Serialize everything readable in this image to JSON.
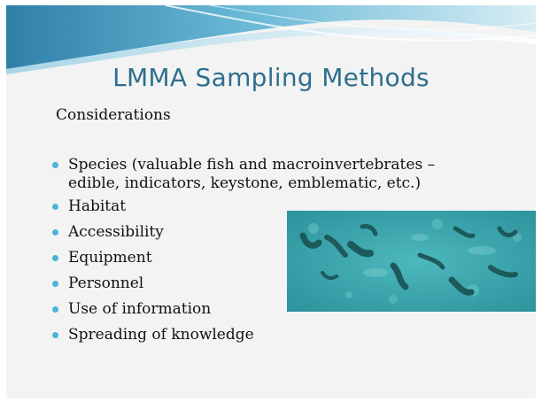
{
  "slide": {
    "title": "LMMA Sampling Methods",
    "subheading": "Considerations",
    "bullets": [
      "Species (valuable fish and macroinvertebrates – edible, indicators, keystone, emblematic, etc.)",
      "Habitat",
      "Accessibility",
      "Equipment",
      "Personnel",
      "Use of information",
      "Spreading of knowledge"
    ]
  },
  "colors": {
    "title": "#2e6f8e",
    "bullet": "#4ab4d8",
    "wave_dark": "#3d8fb4",
    "wave_light": "#bfe3ef",
    "photo_water": "#3fa9b0"
  }
}
